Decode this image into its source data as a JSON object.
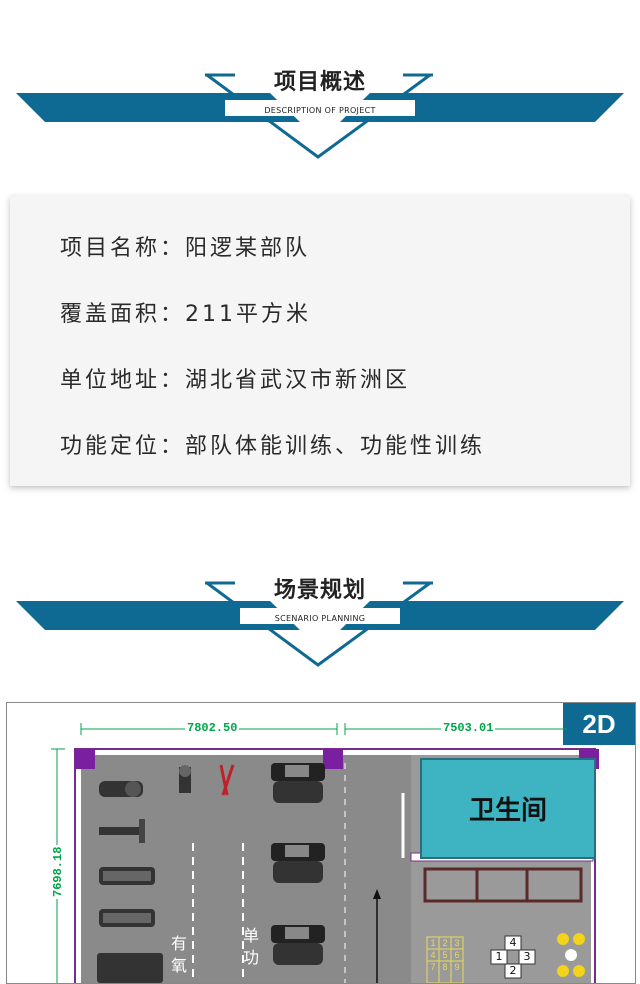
{
  "sections": {
    "overview": {
      "title": "项目概述",
      "subtitle": "DESCRIPTION OF PROJECT"
    },
    "planning": {
      "title": "场景规划",
      "subtitle": "SCENARIO PLANNING"
    }
  },
  "project": {
    "rows": [
      {
        "label": "项目名称：",
        "value": "阳逻某部队"
      },
      {
        "label": "覆盖面积：",
        "value": "211平方米"
      },
      {
        "label": "单位地址：",
        "value": "湖北省武汉市新洲区"
      },
      {
        "label": "功能定位：",
        "value": "部队体能训练、功能性训练"
      }
    ]
  },
  "floorplan": {
    "badge": "2D",
    "dimensions": {
      "width_left": "7802.50",
      "width_right": "7503.01",
      "height": "7698.18"
    },
    "room_label": "卫生间",
    "zone_labels": {
      "cardio": "有氧",
      "single": "单功"
    },
    "hopscotch": [
      "1",
      "2",
      "3",
      "4",
      "5",
      "6",
      "7",
      "8",
      "9"
    ],
    "grid_numbers": [
      "4",
      "1",
      "3",
      "2"
    ],
    "colors": {
      "accent": "#0e6a92",
      "floor": "#8a8a8a",
      "wall": "#7a2a8f",
      "room": "#3eb3c2",
      "dimension": "#00a64a"
    }
  }
}
